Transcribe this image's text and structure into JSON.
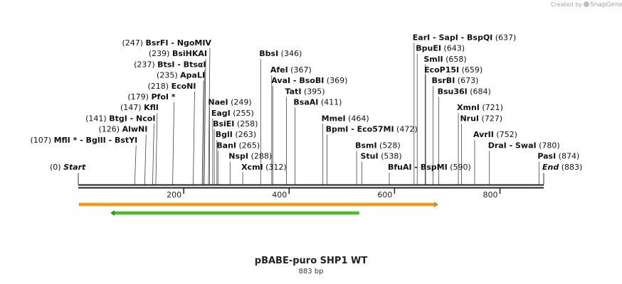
{
  "credit": {
    "prefix": "Created by",
    "brand": "SnapGene",
    "logo_icon": "snapgene-logo-icon"
  },
  "title": "pBABE-puro SHP1 WT",
  "length_label": "883 bp",
  "sequence": {
    "start": 0,
    "end": 883
  },
  "ruler": {
    "ticks": [
      200,
      400,
      600,
      800
    ],
    "labels": [
      "200",
      "400",
      "600",
      "800"
    ]
  },
  "features": [
    {
      "name": "orange-feature",
      "start": 1,
      "end": 675,
      "strand": "forward",
      "color": "#f0a830",
      "edge_color": "#c88a20"
    },
    {
      "name": "green-feature",
      "start": 69,
      "end": 533,
      "strand": "reverse",
      "color": "#5ecf3a",
      "edge_color": "#2f8f1c"
    }
  ],
  "markers": [
    {
      "pos": 0,
      "label": "Start",
      "kind": "start"
    },
    {
      "pos": 883,
      "label": "End",
      "kind": "end"
    }
  ],
  "sites": [
    {
      "pos": 107,
      "pos_label": "(107)",
      "enzymes": "MflI * - BglII - BstYI",
      "row": 8,
      "anchor": "right"
    },
    {
      "pos": 126,
      "pos_label": "(126)",
      "enzymes": "AlwNI",
      "row": 7,
      "anchor": "right"
    },
    {
      "pos": 141,
      "pos_label": "(141)",
      "enzymes": "BtgI - NcoI",
      "row": 6,
      "anchor": "right"
    },
    {
      "pos": 147,
      "pos_label": "(147)",
      "enzymes": "KflI",
      "row": 5,
      "anchor": "right"
    },
    {
      "pos": 179,
      "pos_label": "(179)",
      "enzymes": "PfoI *",
      "row": 4,
      "anchor": "right"
    },
    {
      "pos": 218,
      "pos_label": "(218)",
      "enzymes": "EcoNI",
      "row": 3,
      "anchor": "right"
    },
    {
      "pos": 235,
      "pos_label": "(235)",
      "enzymes": "ApaLI",
      "row": 2,
      "anchor": "right"
    },
    {
      "pos": 237,
      "pos_label": "(237)",
      "enzymes": "BtsI - BtsαI",
      "row": 1,
      "anchor": "right"
    },
    {
      "pos": 239,
      "pos_label": "(239)",
      "enzymes": "BsiHKAI",
      "row": 0,
      "anchor": "right"
    },
    {
      "pos": 247,
      "pos_label": "(247)",
      "enzymes": "BsrFI - NgoMIV",
      "row": -1,
      "anchor": "right"
    },
    {
      "pos": 249,
      "pos_label": "(249)",
      "enzymes": "NaeI",
      "row": 4.5,
      "anchor": "left"
    },
    {
      "pos": 255,
      "pos_label": "(255)",
      "enzymes": "EagI",
      "row": 5.5,
      "anchor": "left"
    },
    {
      "pos": 258,
      "pos_label": "(258)",
      "enzymes": "BsiEI",
      "row": 6.5,
      "anchor": "left"
    },
    {
      "pos": 263,
      "pos_label": "(263)",
      "enzymes": "BglI",
      "row": 7.5,
      "anchor": "left"
    },
    {
      "pos": 265,
      "pos_label": "(265)",
      "enzymes": "BanI",
      "row": 8.5,
      "anchor": "left"
    },
    {
      "pos": 288,
      "pos_label": "(288)",
      "enzymes": "NspI",
      "row": 9.5,
      "anchor": "left"
    },
    {
      "pos": 312,
      "pos_label": "(312)",
      "enzymes": "XcmI",
      "row": 10.5,
      "anchor": "left"
    },
    {
      "pos": 346,
      "pos_label": "(346)",
      "enzymes": "BbsI",
      "row": 0,
      "anchor": "left"
    },
    {
      "pos": 367,
      "pos_label": "(367)",
      "enzymes": "AfeI",
      "row": 1.5,
      "anchor": "left"
    },
    {
      "pos": 369,
      "pos_label": "(369)",
      "enzymes": "AvaI - BsoBI",
      "row": 2.5,
      "anchor": "left"
    },
    {
      "pos": 395,
      "pos_label": "(395)",
      "enzymes": "TatI",
      "row": 3.5,
      "anchor": "left"
    },
    {
      "pos": 411,
      "pos_label": "(411)",
      "enzymes": "BsaAI",
      "row": 4.5,
      "anchor": "left"
    },
    {
      "pos": 464,
      "pos_label": "(464)",
      "enzymes": "MmeI",
      "row": 6,
      "anchor": "left"
    },
    {
      "pos": 472,
      "pos_label": "(472)",
      "enzymes": "BpmI - Eco57MI",
      "row": 7,
      "anchor": "left"
    },
    {
      "pos": 528,
      "pos_label": "(528)",
      "enzymes": "BsmI",
      "row": 8.5,
      "anchor": "left"
    },
    {
      "pos": 538,
      "pos_label": "(538)",
      "enzymes": "StuI",
      "row": 9.5,
      "anchor": "left"
    },
    {
      "pos": 590,
      "pos_label": "(590)",
      "enzymes": "BfuAI - BspMI",
      "row": 10.5,
      "anchor": "left"
    },
    {
      "pos": 637,
      "pos_label": "(637)",
      "enzymes": "EarI - SapI - BspQI",
      "row": -1.5,
      "anchor": "left"
    },
    {
      "pos": 643,
      "pos_label": "(643)",
      "enzymes": "BpuEI",
      "row": -0.5,
      "anchor": "left"
    },
    {
      "pos": 658,
      "pos_label": "(658)",
      "enzymes": "SmlI",
      "row": 0.5,
      "anchor": "left"
    },
    {
      "pos": 659,
      "pos_label": "(659)",
      "enzymes": "EcoP15I",
      "row": 1.5,
      "anchor": "left"
    },
    {
      "pos": 673,
      "pos_label": "(673)",
      "enzymes": "BsrBI",
      "row": 2.5,
      "anchor": "left"
    },
    {
      "pos": 684,
      "pos_label": "(684)",
      "enzymes": "Bsu36I",
      "row": 3.5,
      "anchor": "left"
    },
    {
      "pos": 721,
      "pos_label": "(721)",
      "enzymes": "XmnI",
      "row": 5,
      "anchor": "left"
    },
    {
      "pos": 727,
      "pos_label": "(727)",
      "enzymes": "NruI",
      "row": 6,
      "anchor": "left"
    },
    {
      "pos": 752,
      "pos_label": "(752)",
      "enzymes": "AvrII",
      "row": 7.5,
      "anchor": "left"
    },
    {
      "pos": 780,
      "pos_label": "(780)",
      "enzymes": "DraI - SwaI",
      "row": 8.5,
      "anchor": "left"
    },
    {
      "pos": 874,
      "pos_label": "(874)",
      "enzymes": "PasI",
      "row": 9.5,
      "anchor": "left"
    }
  ]
}
